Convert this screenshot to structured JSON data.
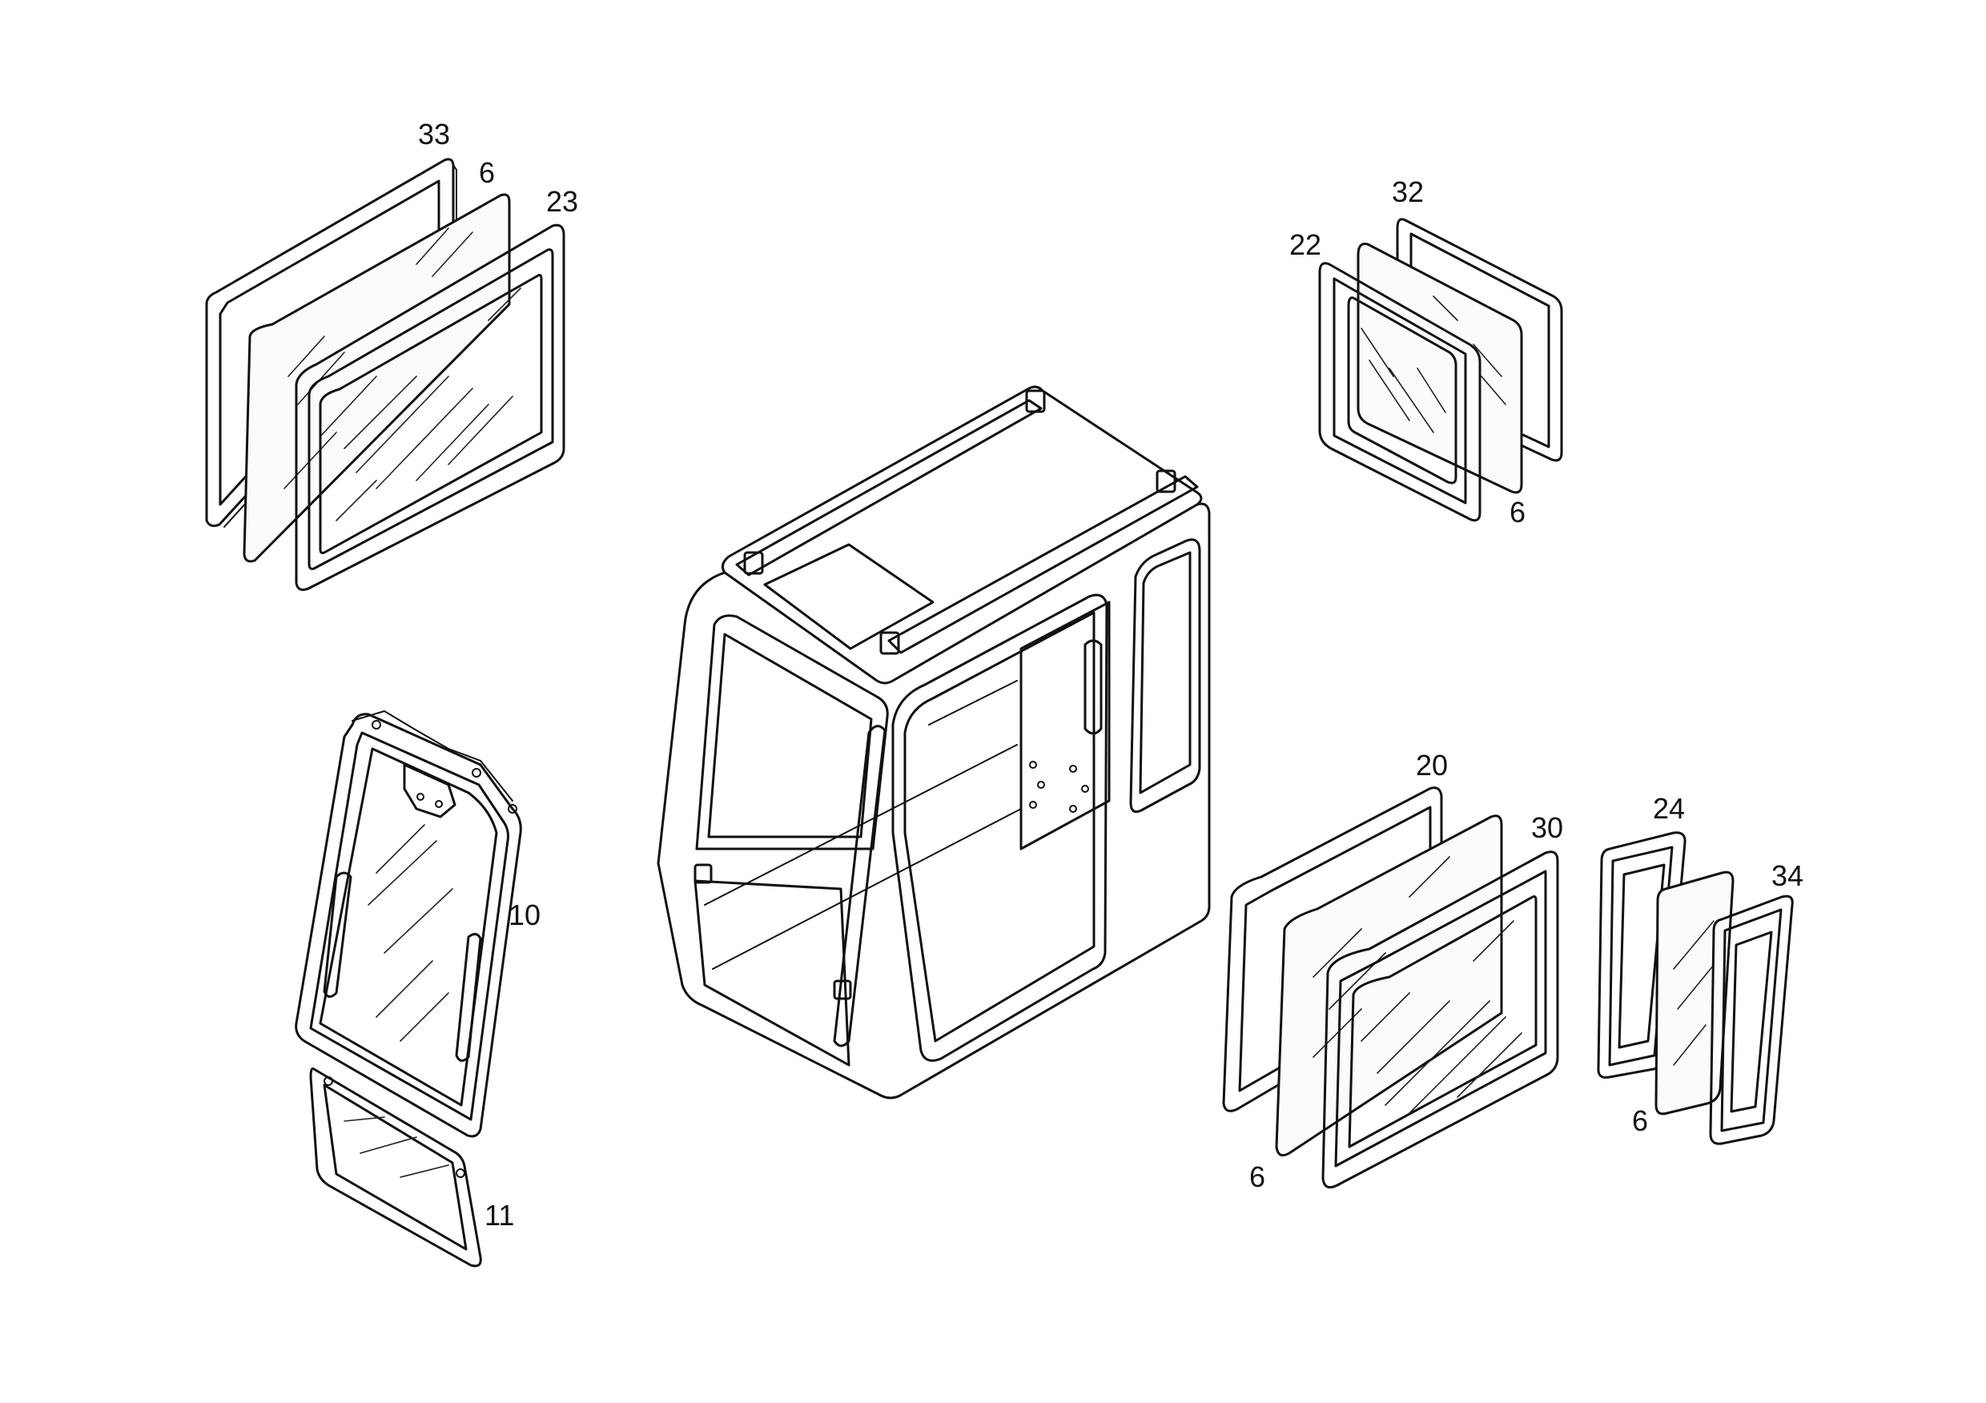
{
  "diagram": {
    "labels": {
      "33": "33",
      "6_a": "6",
      "23": "23",
      "32": "32",
      "22": "22",
      "6_b": "6",
      "10": "10",
      "11": "11",
      "20": "20",
      "30": "30",
      "6_c": "6",
      "24": "24",
      "34": "34",
      "6_d": "6"
    }
  }
}
